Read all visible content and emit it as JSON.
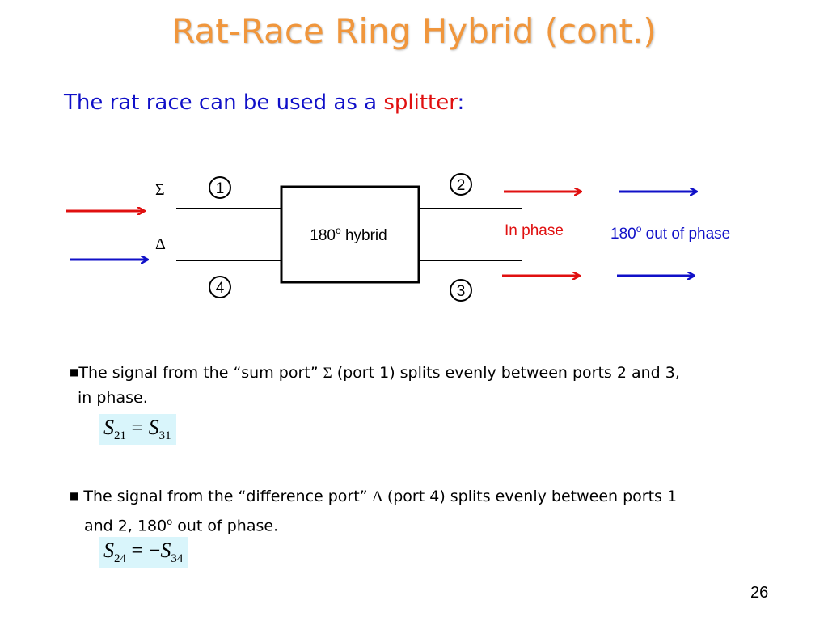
{
  "slide": {
    "title": "Rat-Race Ring Hybrid (cont.)",
    "subtitle_pre": "The rat race can be used as a ",
    "subtitle_highlight": "splitter",
    "subtitle_post": ":",
    "page_number": "26"
  },
  "diagram": {
    "sigma_symbol": "Σ",
    "delta_symbol": "Δ",
    "port1": "1",
    "port2": "2",
    "port3": "3",
    "port4": "4",
    "hybrid_label_pre": "180",
    "hybrid_label_sup": "o",
    "hybrid_label_post": " hybrid",
    "in_phase_label": "In phase",
    "out_phase_pre": "180",
    "out_phase_sup": "o",
    "out_phase_post": " out of phase",
    "colors": {
      "red_arrow": "#e01010",
      "blue_arrow": "#1010c8",
      "box": "#000000"
    }
  },
  "bullets": [
    {
      "marker": "■",
      "line1_pre": "The signal from the “sum port” ",
      "symbol": "Σ",
      "line1_post": " (port 1) splits evenly between ports 2 and 3,",
      "line2": "in phase."
    },
    {
      "marker": "■",
      "line1_pre": "The signal from the “difference port” ",
      "symbol": "Δ",
      "line1_post": " (port 4) splits evenly between ports 1",
      "line2_pre": "and 2, 180",
      "line2_sup": "o",
      "line2_post": " out of phase."
    }
  ],
  "equations": {
    "eq1": {
      "lhs_var": "S",
      "lhs_sub": "21",
      "op": " = ",
      "rhs_var": "S",
      "rhs_sub": "31"
    },
    "eq2": {
      "lhs_var": "S",
      "lhs_sub": "24",
      "op": " = −",
      "rhs_var": "S",
      "rhs_sub": "34"
    }
  }
}
